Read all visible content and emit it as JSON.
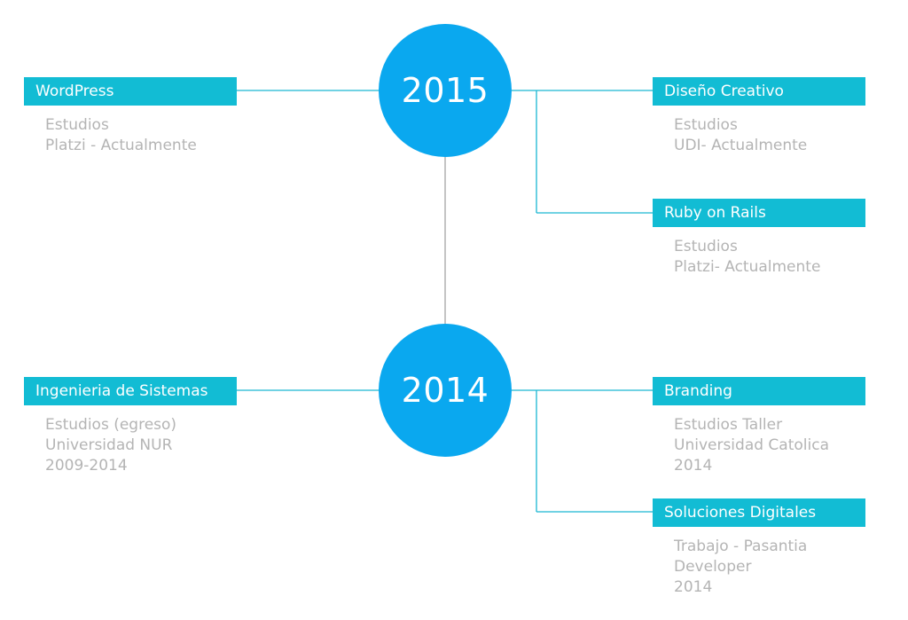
{
  "years": [
    {
      "label": "2015"
    },
    {
      "label": "2014"
    }
  ],
  "entries": {
    "wordpress": {
      "title": "WordPress",
      "lines": [
        "Estudios",
        "Platzi - Actualmente"
      ]
    },
    "diseno_creativo": {
      "title": "Diseño Creativo",
      "lines": [
        "Estudios",
        "UDI- Actualmente"
      ]
    },
    "ruby_on_rails": {
      "title": "Ruby on Rails",
      "lines": [
        "Estudios",
        "Platzi- Actualmente"
      ]
    },
    "ingenieria": {
      "title": "Ingenieria de Sistemas",
      "lines": [
        "Estudios (egreso)",
        "Universidad NUR",
        "2009-2014"
      ]
    },
    "branding": {
      "title": "Branding",
      "lines": [
        "Estudios Taller",
        "Universidad Catolica",
        "2014"
      ]
    },
    "soluciones": {
      "title": "Soluciones Digitales",
      "lines": [
        "Trabajo - Pasantia",
        "Developer",
        "2014"
      ]
    }
  },
  "colors": {
    "circle": "#0aa8ef",
    "label_bar": "#12bcd4",
    "connector": "#1ab6d2",
    "detail_text": "#b4b4b4"
  }
}
